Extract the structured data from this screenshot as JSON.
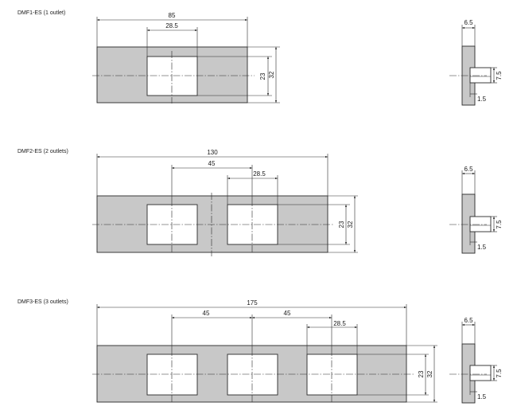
{
  "section1": {
    "title": "DMF1-ES (1 outlet)",
    "dims": {
      "overall": "85",
      "outlet": "28.5",
      "hole_h": "23",
      "plate_h": "32"
    },
    "side": {
      "thick": "6.5",
      "tab": "7.5",
      "tab_t": "1.5"
    }
  },
  "section2": {
    "title": "DMF2-ES (2 outlets)",
    "dims": {
      "overall": "130",
      "pitch": "45",
      "outlet": "28.5",
      "hole_h": "23",
      "plate_h": "32"
    },
    "side": {
      "thick": "6.5",
      "tab": "7.5",
      "tab_t": "1.5"
    }
  },
  "section3": {
    "title": "DMF3-ES (3 outlets)",
    "dims": {
      "overall": "175",
      "pitch1": "45",
      "pitch2": "45",
      "outlet": "28.5",
      "hole_h": "23",
      "plate_h": "32"
    },
    "side": {
      "thick": "6.5",
      "tab": "7.5",
      "tab_t": "1.5"
    }
  }
}
